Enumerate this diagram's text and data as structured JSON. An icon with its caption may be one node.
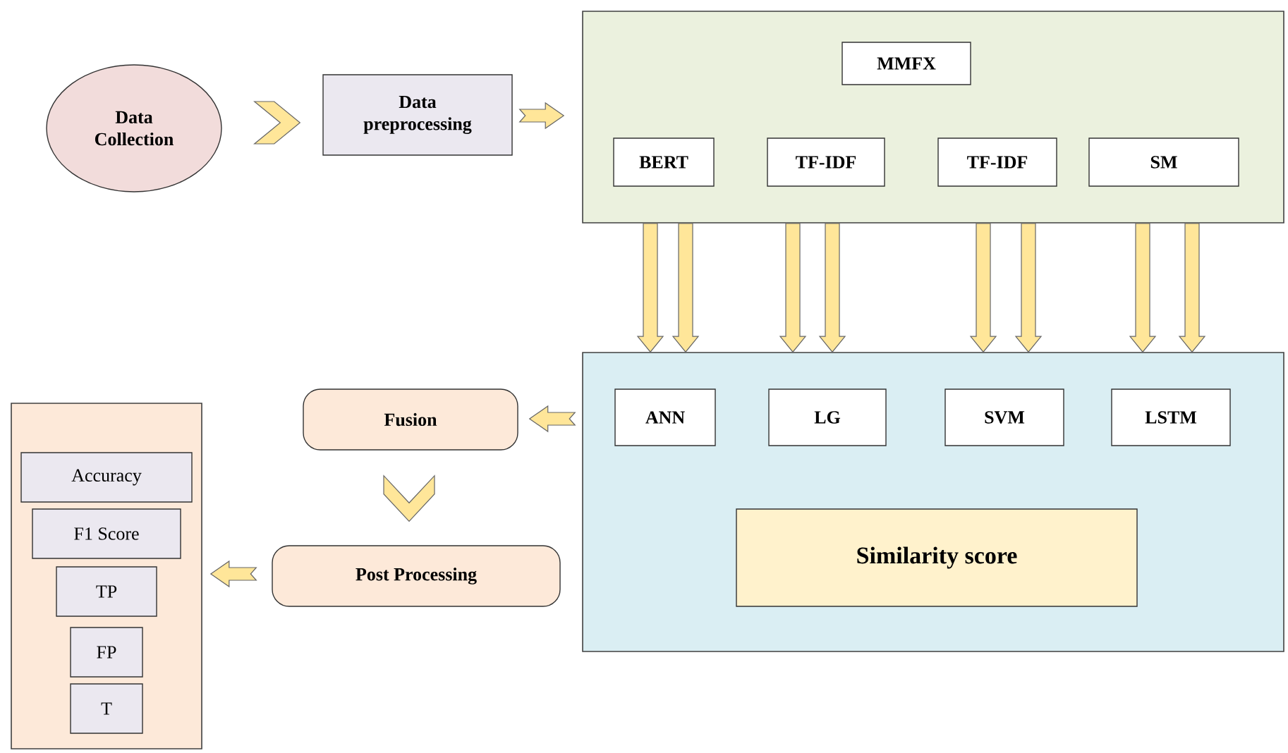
{
  "diagram": {
    "nodes": [
      {
        "text": [
          "Data Collection"
        ]
      },
      {
        "text": [
          "Data preprocessing"
        ]
      },
      {
        "text": [],
        "shape": "box"
      },
      {
        "text": [
          "MMFX"
        ],
        "in": 2
      },
      {
        "text": [
          "BERT"
        ],
        "in": 2
      },
      {
        "text": [
          "TF-IDF"
        ],
        "in": 2
      },
      {
        "text": [
          "TF-IDF"
        ],
        "in": 2
      },
      {
        "text": [
          "SM"
        ],
        "in": 2
      },
      {
        "text": [],
        "shape": "box"
      },
      {
        "text": [
          "ANN"
        ],
        "in": 8
      },
      {
        "text": [
          "LG"
        ],
        "in": 8
      },
      {
        "text": [
          "SVM"
        ],
        "in": 8
      },
      {
        "text": [
          "LSTM"
        ],
        "in": 8
      },
      {
        "text": [
          "Similarity score"
        ],
        "in": 8
      },
      {
        "text": [
          "Fusion"
        ]
      },
      {
        "text": [
          "Post Processing"
        ]
      },
      {
        "text": [],
        "shape": "box"
      },
      {
        "text": [
          "Accuracy"
        ],
        "in": 16
      },
      {
        "text": [
          "F1 Score"
        ],
        "in": 16
      },
      {
        "text": [
          "TP"
        ],
        "in": 16
      },
      {
        "text": [
          "FP"
        ],
        "in": 16
      },
      {
        "text": [
          "T"
        ],
        "in": 16
      }
    ],
    "edges": [
      {
        "from": 0,
        "to": 1,
        "arrow": "to"
      },
      {
        "from": 1,
        "to": 2,
        "arrow": "to"
      },
      {
        "from": 2,
        "to": 8,
        "arrow": "to"
      },
      {
        "from": 2,
        "to": 8,
        "arrow": "to"
      },
      {
        "from": 2,
        "to": 8,
        "arrow": "to"
      },
      {
        "from": 2,
        "to": 8,
        "arrow": "to"
      },
      {
        "from": 2,
        "to": 8,
        "arrow": "to"
      },
      {
        "from": 2,
        "to": 8,
        "arrow": "to"
      },
      {
        "from": 2,
        "to": 8,
        "arrow": "to"
      },
      {
        "from": 2,
        "to": 8,
        "arrow": "to"
      },
      {
        "from": 8,
        "to": 14,
        "arrow": "to"
      },
      {
        "from": 14,
        "to": 15,
        "arrow": "to"
      },
      {
        "from": 15,
        "to": 16,
        "arrow": "to"
      }
    ]
  }
}
